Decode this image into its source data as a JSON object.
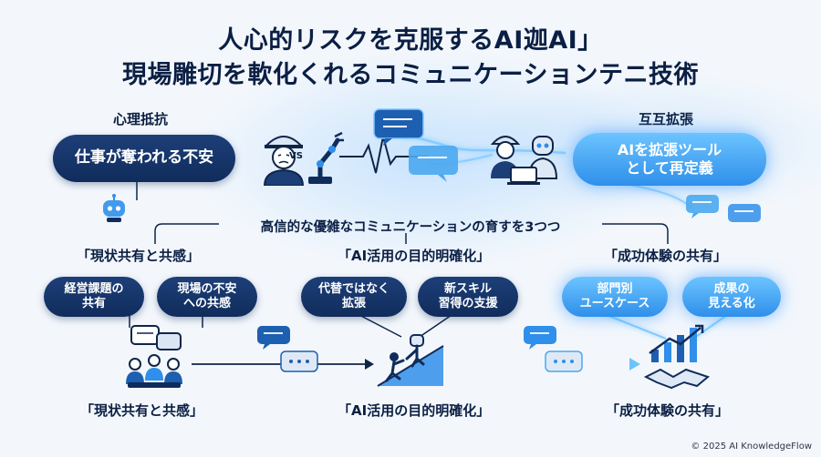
{
  "title_line1": "人心的リスクを克服するAI迦AI」",
  "title_line2": "現場雕切を軟化くれるコミュニケーションテニ技術",
  "left_top": {
    "heading": "心理抵抗",
    "pill": "仕事が奪われる不安"
  },
  "right_top": {
    "heading": "互互拡張",
    "pill_line1": "AIを拡張ツール",
    "pill_line2": "として再定義"
  },
  "vs_text": "VS",
  "center_label": "高信的な優雑なコミュニケーションの育すを3つつ",
  "columns": [
    {
      "heading": "「現状共有と共感」",
      "pill_a_line1": "経営課題の",
      "pill_a_line2": "共有",
      "pill_b_line1": "現場の不安",
      "pill_b_line2": "への共感",
      "footer": "「現状共有と共感」"
    },
    {
      "heading": "「AI活用の目的明確化」",
      "pill_a_line1": "代替ではなく",
      "pill_a_line2": "拡張",
      "pill_b_line1": "新スキル",
      "pill_b_line2": "習得の支援",
      "footer": "「AI活用の目的明確化」"
    },
    {
      "heading": "「成功体験の共有」",
      "pill_a_line1": "部門別",
      "pill_a_line2": "ユースケース",
      "pill_b_line1": "成果の",
      "pill_b_line2": "見える化",
      "footer": "「成功体験の共有」"
    }
  ],
  "icons": {
    "worker": "worried-worker-icon",
    "robot_arm": "robot-arm-icon",
    "collab": "human-robot-collaboration-icon",
    "bot": "small-robot-icon",
    "meeting": "team-meeting-icon",
    "climb": "climbing-together-icon",
    "growth": "growth-handshake-icon",
    "chat": "chat-bubble-icon"
  },
  "colors": {
    "navy": "#102c5c",
    "accent": "#2f8fea",
    "glow": "#6cc4ff",
    "background": "#f3f7fc"
  },
  "copyright": "© 2025 AI KnowledgeFlow"
}
